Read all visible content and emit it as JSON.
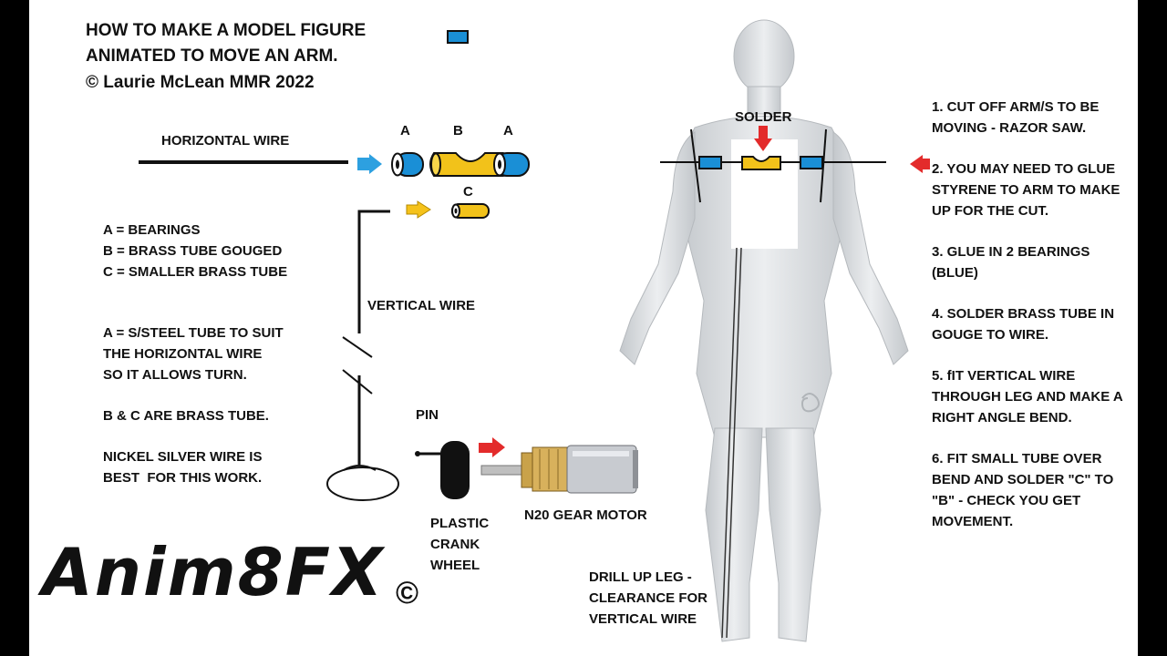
{
  "title": {
    "line1": "HOW TO MAKE A MODEL FIGURE",
    "line2": "ANIMATED TO MOVE AN ARM.",
    "line3": "© Laurie McLean MMR 2022"
  },
  "labels": {
    "horizontal_wire": "HORIZONTAL WIRE",
    "part_a_left": "A",
    "part_b": "B",
    "part_a_right": "A",
    "part_c": "C",
    "vertical_wire": "VERTICAL WIRE",
    "pin": "PIN",
    "crank_wheel_1": "PLASTIC",
    "crank_wheel_2": "CRANK",
    "crank_wheel_3": "WHEEL",
    "gear_motor": "N20 GEAR MOTOR",
    "solder": "SOLDER",
    "drill_1": "DRILL UP LEG -",
    "drill_2": "CLEARANCE FOR",
    "drill_3": "VERTICAL WIRE"
  },
  "legend": {
    "a": "A = BEARINGS",
    "b": "B = BRASS TUBE GOUGED",
    "c": "C = SMALLER BRASS TUBE"
  },
  "notes": {
    "n1": "A = S/STEEL TUBE TO SUIT",
    "n2": "THE HORIZONTAL WIRE",
    "n3": "SO IT ALLOWS TURN.",
    "n4": "B & C ARE BRASS TUBE.",
    "n5": "NICKEL SILVER WIRE IS",
    "n6": "BEST  FOR THIS WORK."
  },
  "steps": [
    {
      "l1": "1. CUT OFF ARM/S TO BE",
      "l2": "MOVING - RAZOR SAW.",
      "l3": ""
    },
    {
      "l1": "2. YOU MAY NEED TO GLUE",
      "l2": "STYRENE TO ARM TO MAKE",
      "l3": "UP FOR THE CUT."
    },
    {
      "l1": "3. GLUE IN 2 BEARINGS",
      "l2": "(BLUE)",
      "l3": ""
    },
    {
      "l1": "4. SOLDER BRASS TUBE IN",
      "l2": "GOUGE TO WIRE.",
      "l3": ""
    },
    {
      "l1": "5. fIT VERTICAL WIRE",
      "l2": "THROUGH LEG AND MAKE A",
      "l3": "RIGHT ANGLE BEND."
    },
    {
      "l1": "6. FIT SMALL TUBE OVER",
      "l2": "BEND AND SOLDER \"C\" TO",
      "l3": "\"B\" - CHECK YOU GET",
      "l4": "MOVEMENT."
    }
  ],
  "logo": {
    "text": "Anim8FX",
    "mark": "©"
  },
  "colors": {
    "bearing": "#1a8fd6",
    "brass": "#f2c21a",
    "arrow_blue": "#2da0e0",
    "arrow_red": "#e32b2b",
    "arrow_gold": "#f5c21b"
  }
}
